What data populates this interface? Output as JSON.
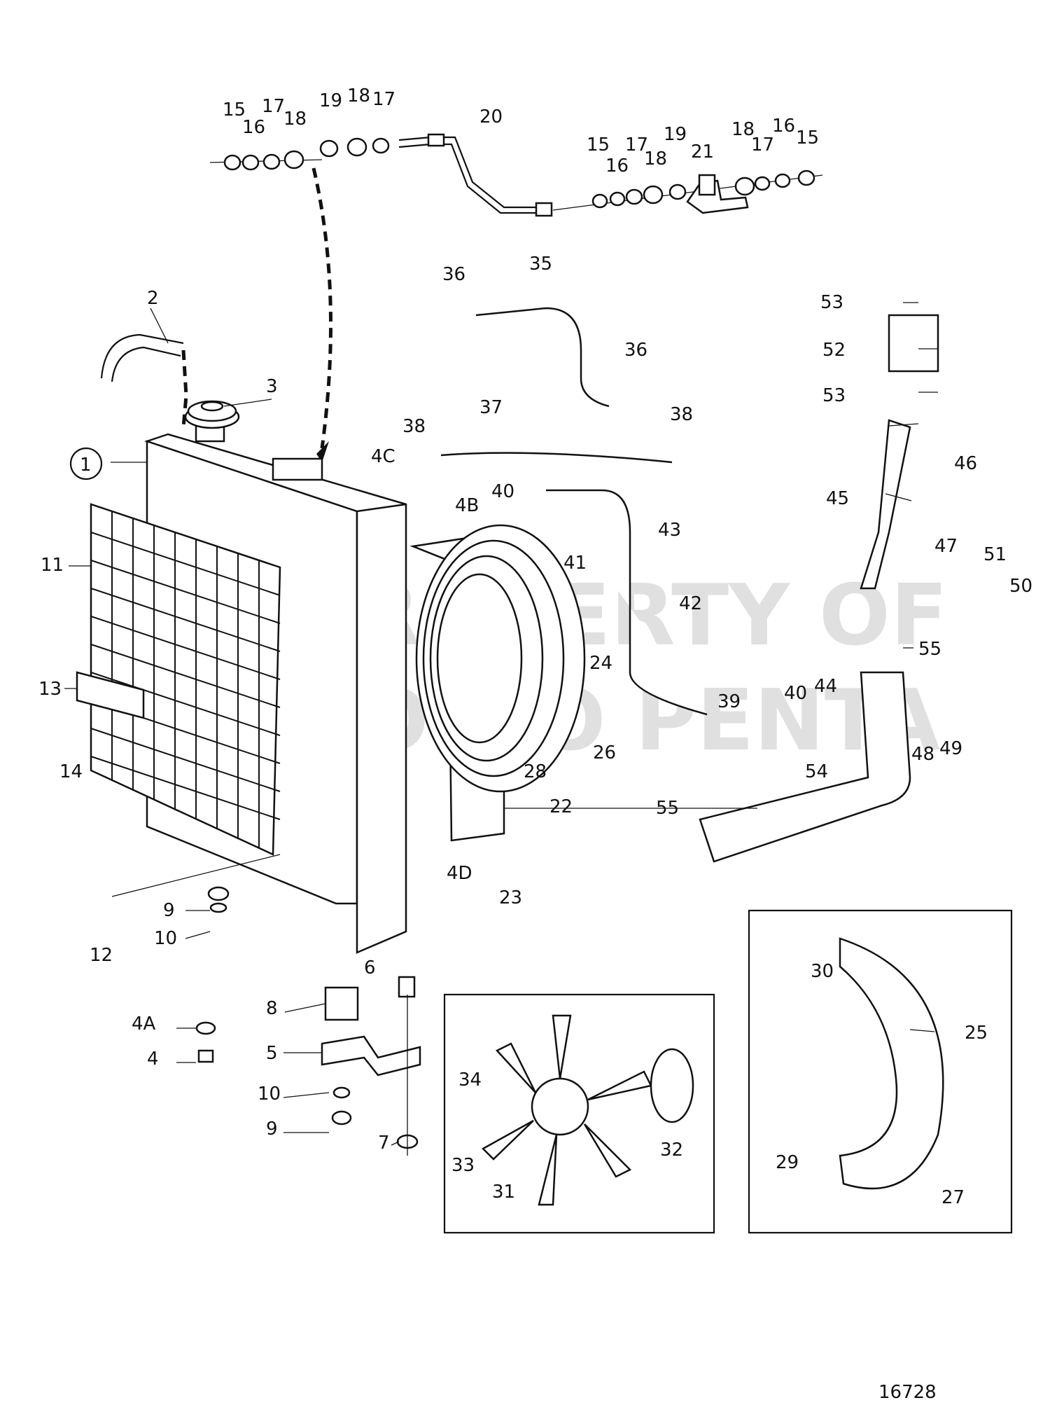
{
  "drawing_number": "16728",
  "watermark": [
    "PROPERTY OF",
    "VOLVO PENTA"
  ],
  "callouts": {
    "c1": "1",
    "c2": "2",
    "c3": "3",
    "c4": "4",
    "c4A": "4A",
    "c4B": "4B",
    "c4C": "4C",
    "c4D": "4D",
    "c5": "5",
    "c6": "6",
    "c7": "7",
    "c8": "8",
    "c9a": "9",
    "c9b": "9",
    "c10a": "10",
    "c10b": "10",
    "c11": "11",
    "c12": "12",
    "c13": "13",
    "c14": "14",
    "c15a": "15",
    "c16a": "16",
    "c17a": "17",
    "c18a": "18",
    "c19a": "19",
    "c18b": "18",
    "c17b": "17",
    "c20": "20",
    "c15b": "15",
    "c16b": "16",
    "c17c": "17",
    "c18c": "18",
    "c19b": "19",
    "c21": "21",
    "c18d": "18",
    "c17d": "17",
    "c16c": "16",
    "c15c": "15",
    "c22": "22",
    "c23": "23",
    "c24": "24",
    "c25": "25",
    "c26": "26",
    "c27": "27",
    "c28": "28",
    "c29": "29",
    "c30": "30",
    "c31": "31",
    "c32": "32",
    "c33": "33",
    "c34": "34",
    "c35": "35",
    "c36a": "36",
    "c36b": "36",
    "c37": "37",
    "c38a": "38",
    "c38b": "38",
    "c39": "39",
    "c40a": "40",
    "c40b": "40",
    "c41": "41",
    "c42": "42",
    "c43": "43",
    "c44": "44",
    "c45": "45",
    "c46": "46",
    "c47": "47",
    "c48": "48",
    "c49": "49",
    "c50": "50",
    "c51": "51",
    "c52": "52",
    "c53a": "53",
    "c53b": "53",
    "c54": "54",
    "c55a": "55",
    "c55b": "55"
  }
}
